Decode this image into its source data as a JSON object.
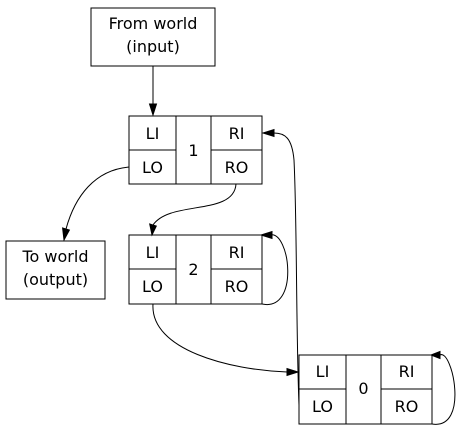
{
  "input_node": {
    "line1": "From world",
    "line2": "(input)"
  },
  "output_node": {
    "line1": "To world",
    "line2": "(output)"
  },
  "nodes": [
    {
      "id": "1",
      "left_top": "LI",
      "left_bottom": "LO",
      "center": "1",
      "right_top": "RI",
      "right_bottom": "RO"
    },
    {
      "id": "2",
      "left_top": "LI",
      "left_bottom": "LO",
      "center": "2",
      "right_top": "RI",
      "right_bottom": "RO"
    },
    {
      "id": "0",
      "left_top": "LI",
      "left_bottom": "LO",
      "center": "0",
      "right_top": "RI",
      "right_bottom": "RO"
    }
  ],
  "edges": [
    {
      "from": "input",
      "to": "node-1.LI"
    },
    {
      "from": "node-1.LO",
      "to": "output"
    },
    {
      "from": "node-1.RO",
      "to": "node-2.LI"
    },
    {
      "from": "node-2.RO",
      "to": "node-2.RI"
    },
    {
      "from": "node-2.LO",
      "to": "node-0.LI"
    },
    {
      "from": "node-0.LI",
      "to": "node-1.RI"
    },
    {
      "from": "node-0.RO",
      "to": "node-0.RI"
    }
  ]
}
